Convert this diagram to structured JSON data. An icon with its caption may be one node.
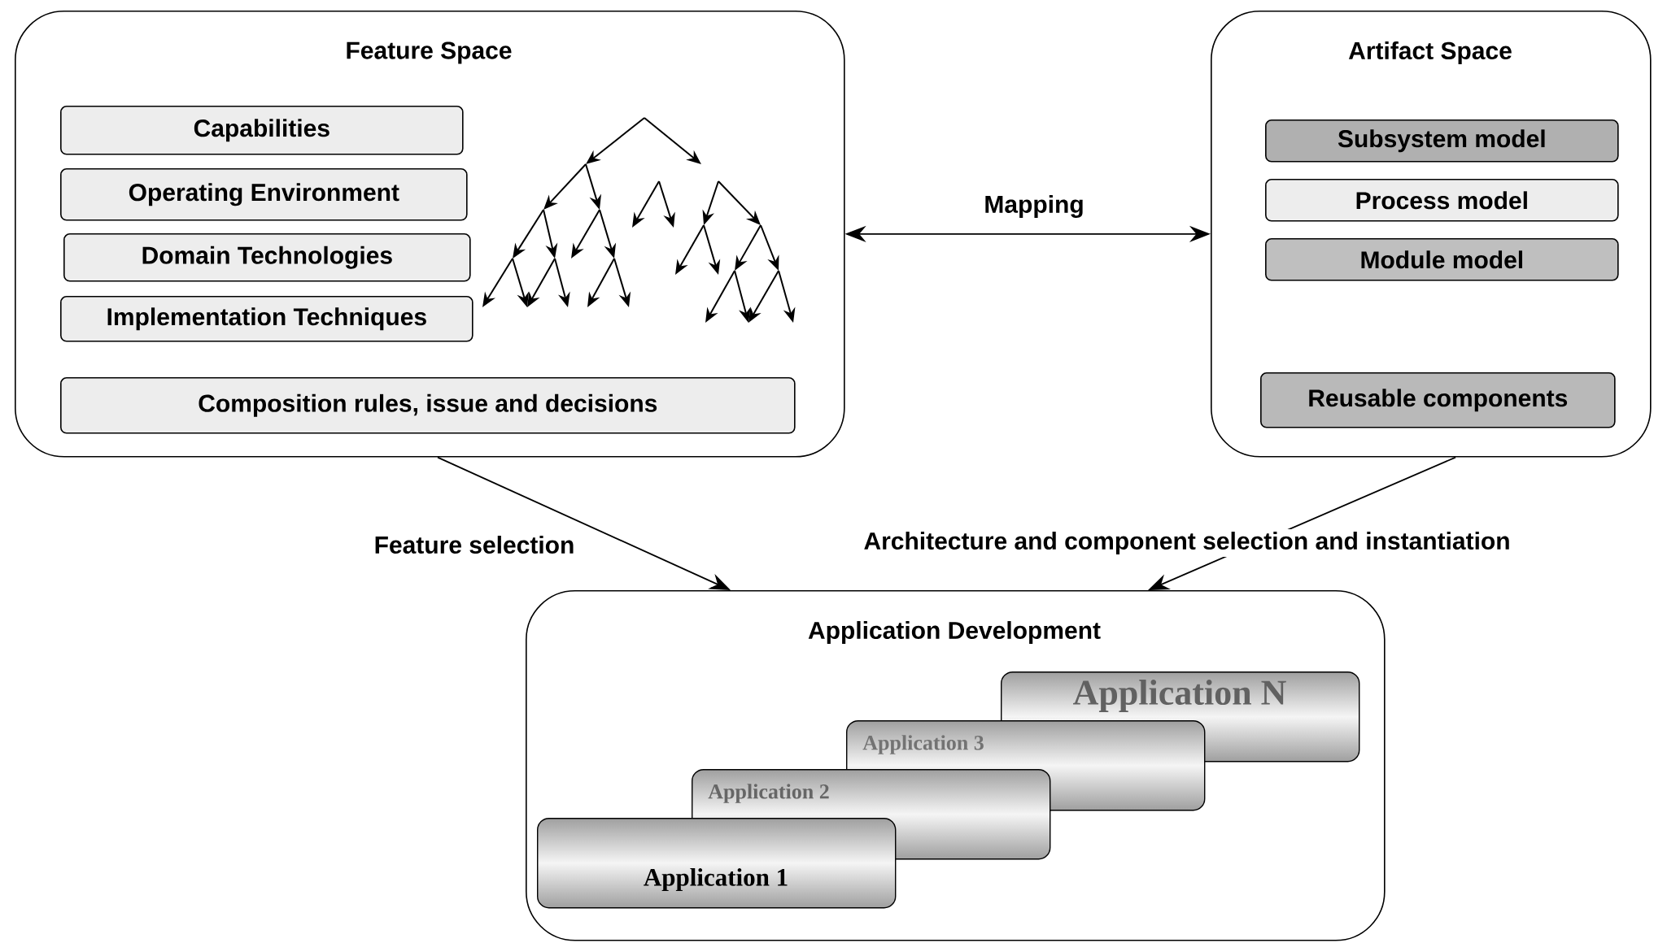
{
  "diagram": {
    "nodes": [
      {
        "text": [
          "Feature Space"
        ]
      },
      {
        "text": [
          "Capabilities"
        ],
        "in": 0
      },
      {
        "text": [
          "Operating Environment"
        ],
        "in": 0
      },
      {
        "text": [
          "Domain Technologies"
        ],
        "in": 0
      },
      {
        "text": [
          "Implementation Techniques"
        ],
        "in": 0
      },
      {
        "text": [
          "Composition rules, issue and decisions"
        ],
        "in": 0
      },
      {
        "text": [
          "Artifact Space"
        ]
      },
      {
        "text": [
          "Subsystem model"
        ],
        "in": 6
      },
      {
        "text": [
          "Process model"
        ],
        "in": 6
      },
      {
        "text": [
          "Module model"
        ],
        "in": 6
      },
      {
        "text": [
          "Reusable components"
        ],
        "in": 6
      },
      {
        "text": [
          "Application Development"
        ]
      },
      {
        "text": [
          "Application N"
        ],
        "in": 11
      },
      {
        "text": [
          "Application 3"
        ],
        "in": 11
      },
      {
        "text": [
          "Application 2"
        ],
        "in": 11
      },
      {
        "text": [
          "Application 1"
        ],
        "in": 11
      }
    ],
    "edges": [
      {
        "from": 0,
        "to": 6,
        "arrow": "both",
        "label": "Mapping"
      },
      {
        "from": 0,
        "to": 11,
        "arrow": "to",
        "label": "Feature selection"
      },
      {
        "from": 6,
        "to": 11,
        "arrow": "to",
        "label": "Architecture and component selection and instantiation"
      }
    ]
  }
}
